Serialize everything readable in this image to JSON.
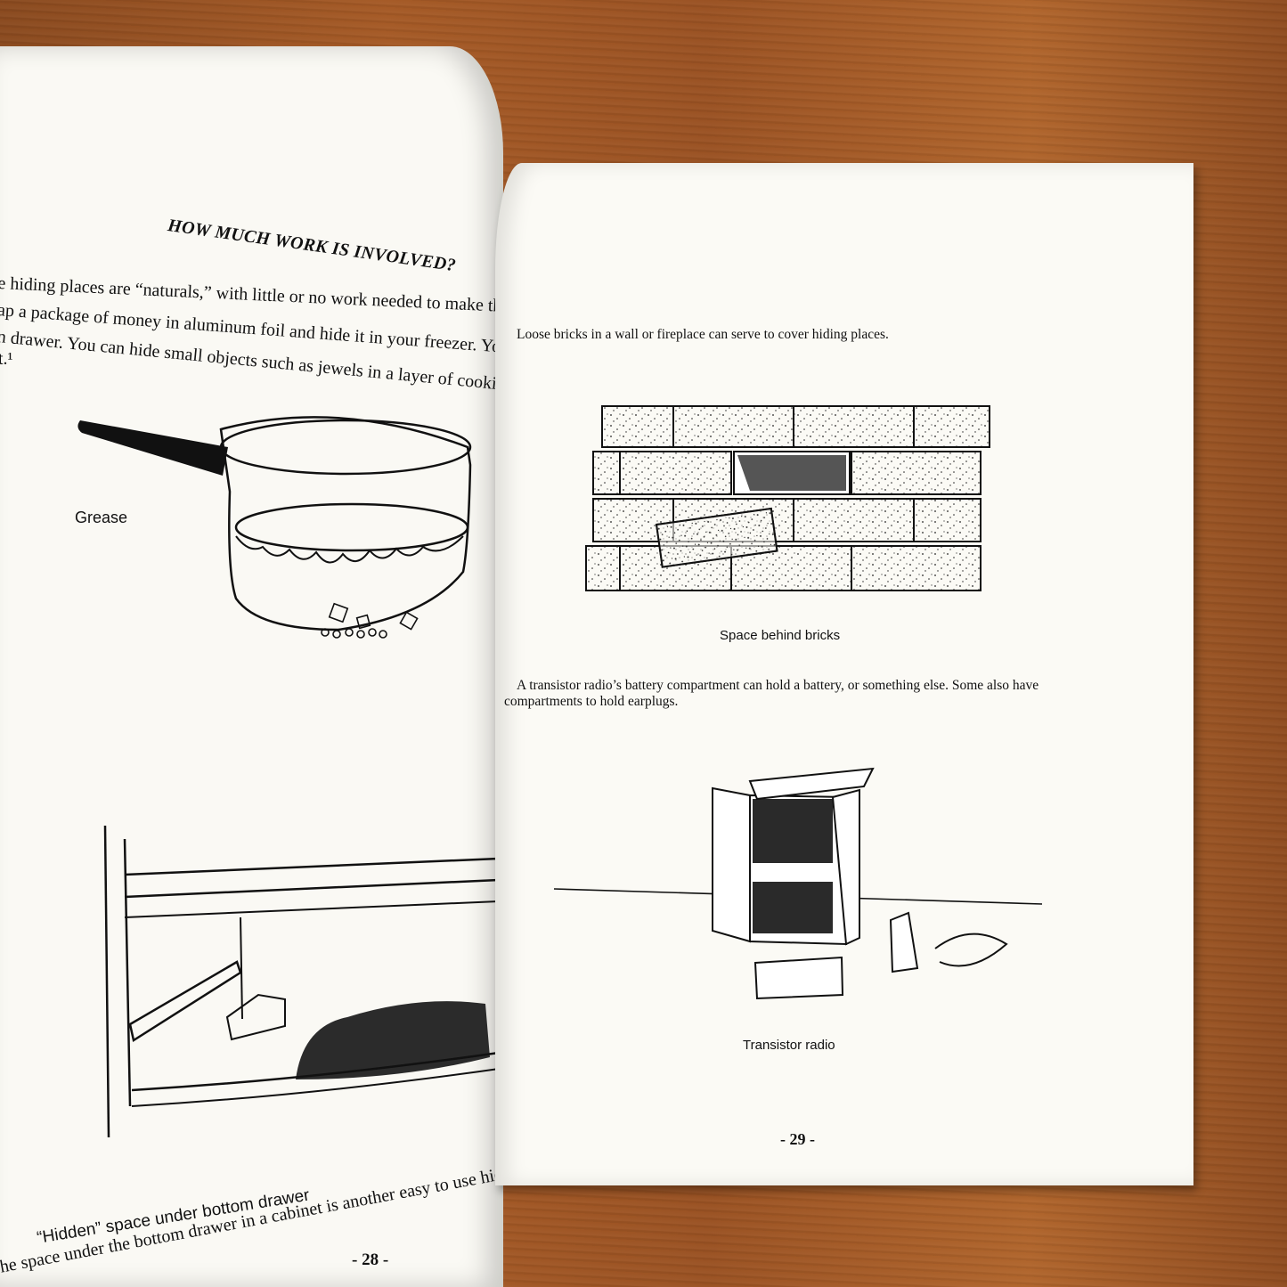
{
  "left_page": {
    "heading": "HOW MUCH WORK IS INVOLVED?",
    "lines": [
      "e hiding places are “naturals,” with little or no work  needed to make them",
      "ap a package of money in aluminum foil and hide it in your freezer. You can",
      "n drawer. You can hide small objects such as jewels in a layer of cooking grea",
      "t.¹"
    ],
    "caption_grease": "Grease",
    "caption_drawer": "“Hidden” space under bottom drawer",
    "bottom_line": "he space under the bottom drawer in a cabinet is another easy to use hiding p",
    "page_number": "- 28 -"
  },
  "right_page": {
    "intro_bricks": "Loose bricks in a wall or fireplace can serve to cover hiding places.",
    "caption_bricks": "Space behind bricks",
    "radio_text_line1": "A transistor radio’s battery compartment can hold a battery, or something else. Some also have",
    "radio_text_line2": "compartments to hold earplugs.",
    "caption_radio": "Transistor radio",
    "page_number": "- 29 -"
  }
}
